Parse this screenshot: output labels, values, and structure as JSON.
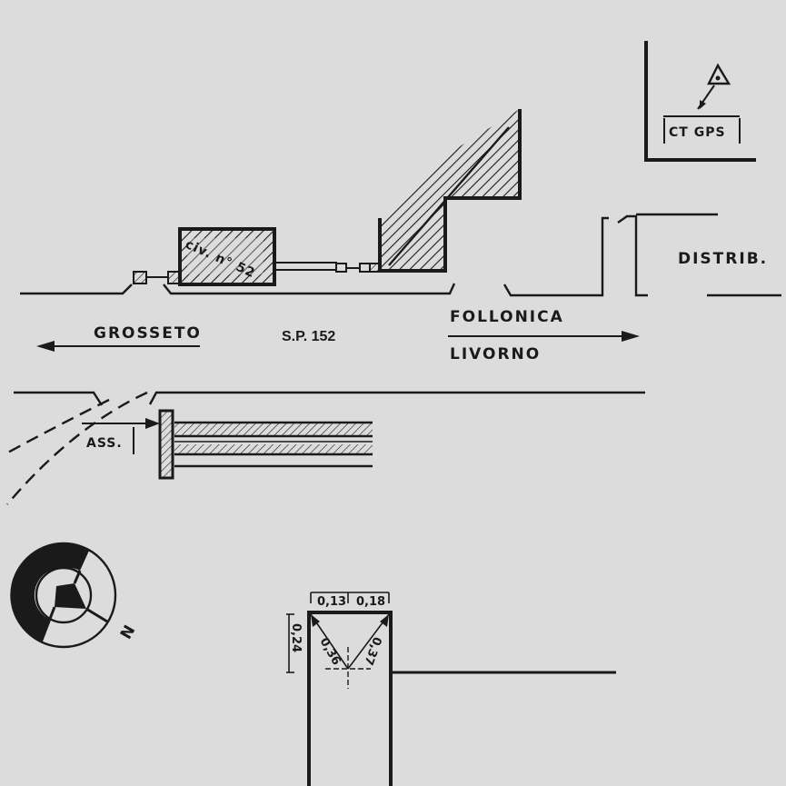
{
  "labels": {
    "house_number": "civ. n° 52",
    "grosseto": "GROSSETO",
    "road": "S.P. 152",
    "follonica": "FOLLONICA",
    "livorno": "LIVORNO",
    "distrib": "DISTRIB.",
    "ass": "ASS.",
    "ctgps": "CT GPS",
    "north": "N"
  },
  "measurements": {
    "width_left": "0,13",
    "width_right": "0,18",
    "height": "0,24",
    "diag_left": "0,36",
    "diag_right": "0,37"
  },
  "colors": {
    "background": "#dcdcdc",
    "ink": "#1a1a1a"
  }
}
